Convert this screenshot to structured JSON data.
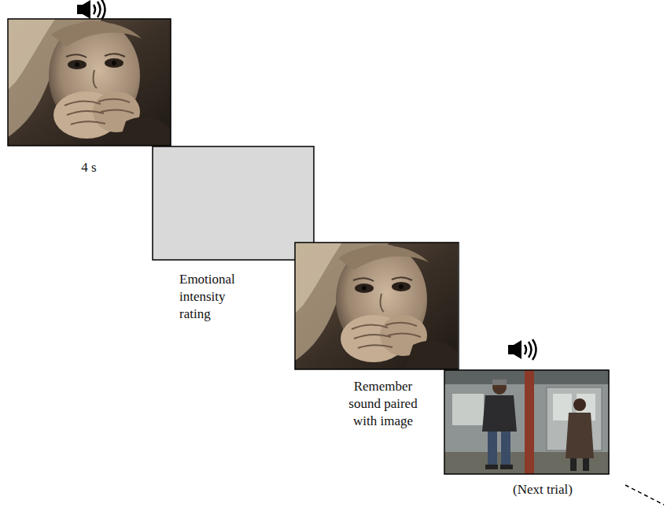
{
  "diagram": {
    "nodes": [
      {
        "text": [
          "4 s"
        ]
      },
      {
        "text": [
          "Emotional intensity rating"
        ]
      },
      {
        "text": [
          "Remember sound paired with image"
        ]
      },
      {
        "text": [
          "(Next trial)"
        ]
      }
    ]
  }
}
